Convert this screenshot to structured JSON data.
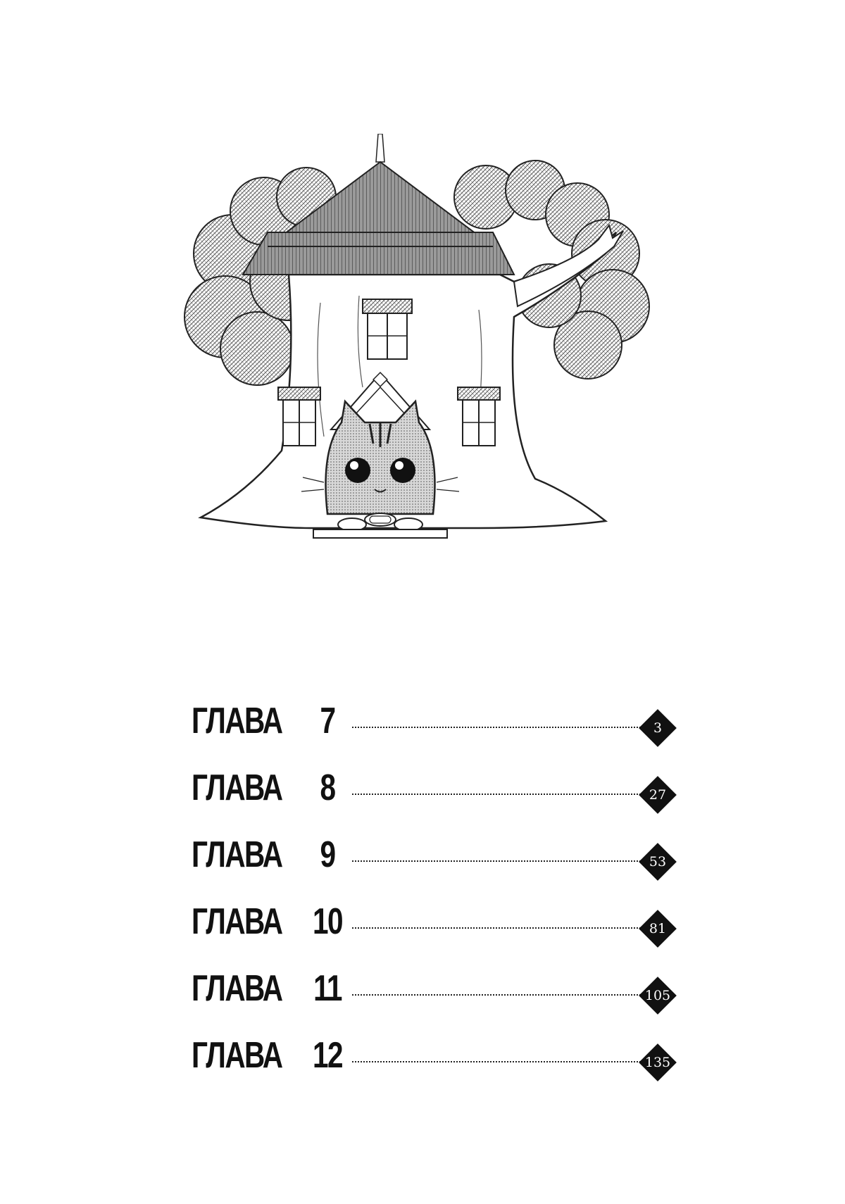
{
  "illustration": {
    "subject_icon": "tree-house-with-cat-icon"
  },
  "toc": {
    "entries": [
      {
        "label": "ГЛАВА",
        "number": "7",
        "page": "3"
      },
      {
        "label": "ГЛАВА",
        "number": "8",
        "page": "27"
      },
      {
        "label": "ГЛАВА",
        "number": "9",
        "page": "53"
      },
      {
        "label": "ГЛАВА",
        "number": "10",
        "page": "81"
      },
      {
        "label": "ГЛАВА",
        "number": "11",
        "page": "105"
      },
      {
        "label": "ГЛАВА",
        "number": "12",
        "page": "135"
      }
    ]
  },
  "colors": {
    "ink": "#111111",
    "paper": "#ffffff",
    "foliage": "#bdbdbd",
    "roof": "#8a8a8a"
  }
}
